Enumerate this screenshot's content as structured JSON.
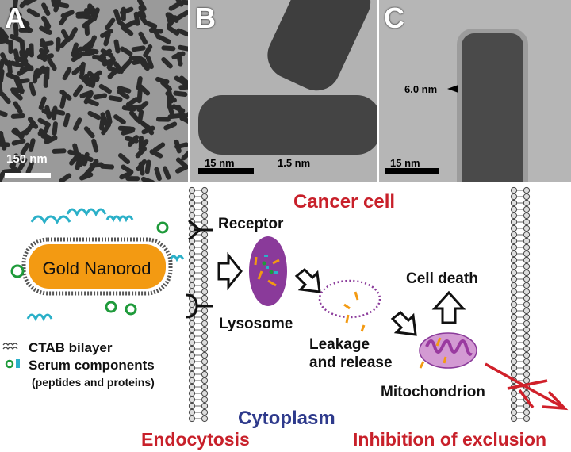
{
  "panels": [
    {
      "label": "A",
      "scale_bar": "150 nm"
    },
    {
      "label": "B",
      "scale_bar": "15 nm",
      "measurement": "1.5 nm"
    },
    {
      "label": "C",
      "scale_bar": "15 nm",
      "measurement": "6.0 nm"
    }
  ],
  "diagram": {
    "title": "Cancer cell",
    "nanorod": "Gold Nanorod",
    "receptor": "Receptor",
    "lysosome": "Lysosome",
    "leakage_line1": "Leakage",
    "leakage_line2": "and release",
    "cell_death": "Cell death",
    "mitochondrion": "Mitochondrion",
    "cytoplasm": "Cytoplasm",
    "endocytosis": "Endocytosis",
    "inhibition": "Inhibition of exclusion",
    "legend": {
      "ctab": "CTAB bilayer",
      "serum": "Serum components",
      "serum_sub": "(peptides and proteins)"
    },
    "colors": {
      "red": "#c8202a",
      "blue": "#2e3a8c",
      "gold": "#f39a12",
      "lysosome": "#8a3a9a",
      "mito": "#c77dc6"
    }
  }
}
